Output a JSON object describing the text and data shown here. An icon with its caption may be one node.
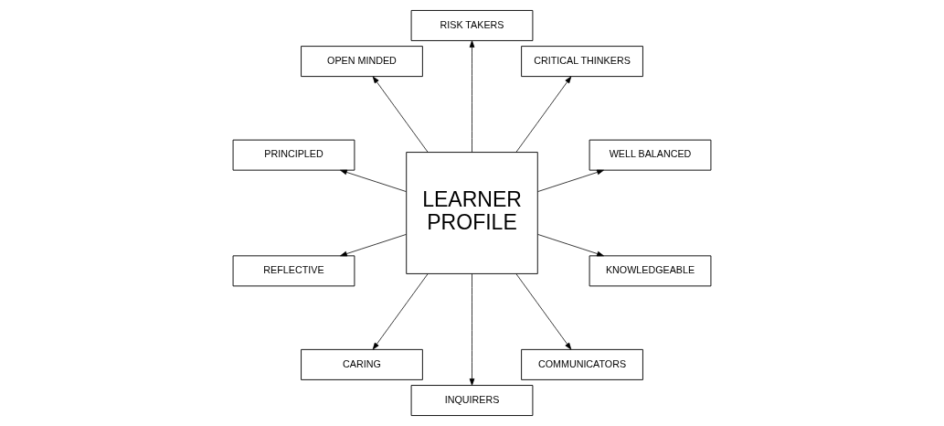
{
  "diagram": {
    "nodes": [
      {
        "text": [
          "LEARNER PROFILE"
        ]
      },
      {
        "text": [
          "WELL BALANCED"
        ]
      },
      {
        "text": [
          "CRITICAL THINKERS"
        ]
      },
      {
        "text": [
          "RISK TAKERS"
        ]
      },
      {
        "text": [
          "OPEN MINDED"
        ]
      },
      {
        "text": [
          "PRINCIPLED"
        ]
      },
      {
        "text": [
          "REFLECTIVE"
        ]
      },
      {
        "text": [
          "CARING"
        ]
      },
      {
        "text": [
          "INQUIRERS"
        ]
      },
      {
        "text": [
          "COMMUNICATORS"
        ]
      },
      {
        "text": [
          "KNOWLEDGEABLE"
        ]
      }
    ],
    "edges": [
      {
        "from": 0,
        "to": 1,
        "arrow": "to"
      },
      {
        "from": 0,
        "to": 2,
        "arrow": "to"
      },
      {
        "from": 0,
        "to": 3,
        "arrow": "to"
      },
      {
        "from": 0,
        "to": 4,
        "arrow": "to"
      },
      {
        "from": 0,
        "to": 5,
        "arrow": "to"
      },
      {
        "from": 0,
        "to": 6,
        "arrow": "to"
      },
      {
        "from": 0,
        "to": 7,
        "arrow": "to"
      },
      {
        "from": 0,
        "to": 8,
        "arrow": "to"
      },
      {
        "from": 0,
        "to": 9,
        "arrow": "to"
      },
      {
        "from": 0,
        "to": 10,
        "arrow": "to"
      }
    ]
  }
}
